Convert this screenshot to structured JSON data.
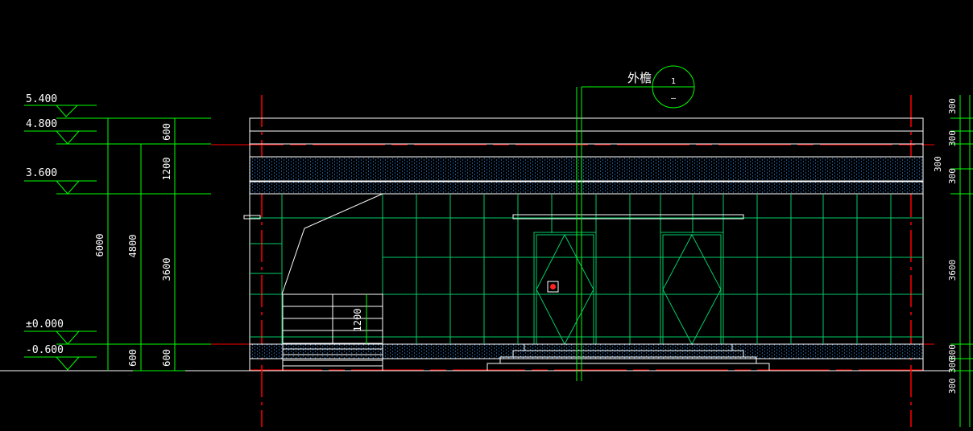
{
  "drawing": {
    "callout": {
      "label": "外檐",
      "index_top": "1",
      "index_bottom": "–"
    },
    "elevation_marks": [
      {
        "label": "5.400"
      },
      {
        "label": "4.800"
      },
      {
        "label": "3.600"
      },
      {
        "label": "±0.000"
      },
      {
        "label": "-0.600"
      }
    ],
    "left_dims": {
      "total": "6000",
      "mid": "4800",
      "segments": [
        "600",
        "1200",
        "3600",
        "600"
      ]
    },
    "window_dim": "1200",
    "right_dims": [
      "300",
      "300",
      "300",
      "300",
      "3600",
      "300",
      "300",
      "300"
    ],
    "colors": {
      "background": "#000000",
      "outline": "#ffffff",
      "grid": "#00cc66",
      "axis": "#ff0000",
      "hatch": "#3399ff",
      "dimension": "#00ff00"
    }
  }
}
